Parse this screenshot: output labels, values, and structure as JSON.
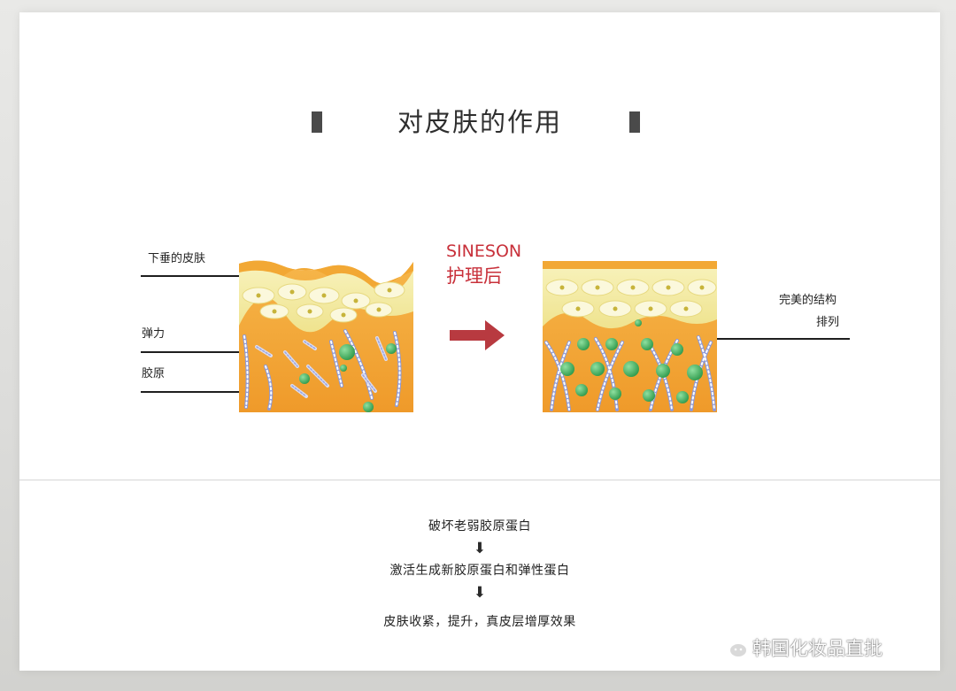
{
  "title": "对皮肤的作用",
  "labels": {
    "sagging_skin": "下垂的皮肤",
    "elastin": "弹力",
    "collagen": "胶原",
    "perfect_structure_line1": "完美的结构",
    "perfect_structure_line2": "排列"
  },
  "brand": {
    "name": "SINESON",
    "subtitle": "护理后"
  },
  "steps": [
    "破坏老弱胶原蛋白",
    "激活生成新胶原蛋白和弹性蛋白",
    "皮肤收紧，提升，真皮层增厚效果"
  ],
  "watermark": "韩国化妆品直批",
  "colors": {
    "brand_red": "#c8303a",
    "arrow_red": "#b83a40",
    "dermis_orange": "#f0a030",
    "epidermis_yellow": "#f3eaa0",
    "node_green": "#3aae5a",
    "fiber_blue": "#8e9ad8"
  }
}
